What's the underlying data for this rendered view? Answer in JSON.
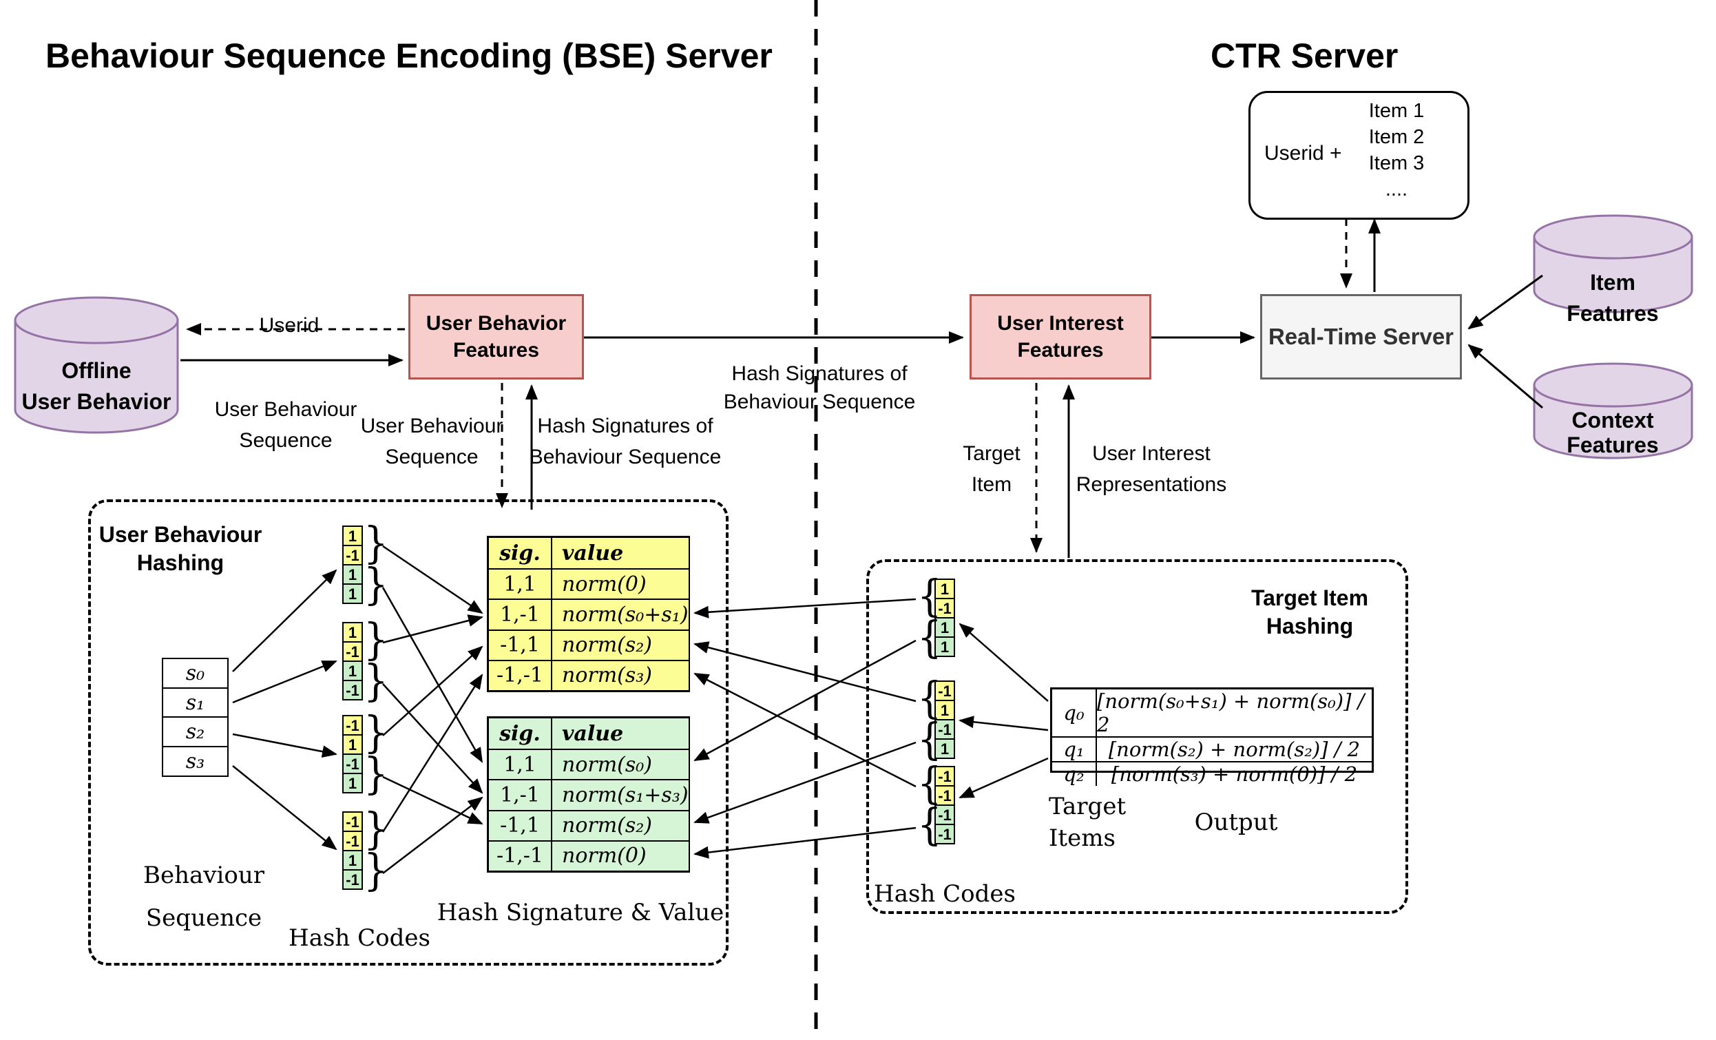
{
  "titles": {
    "bse": "Behaviour Sequence Encoding (BSE) Server",
    "ctr": "CTR Server"
  },
  "nodes": {
    "offline_db": {
      "line1": "Offline",
      "line2": "User Behavior"
    },
    "user_behavior_features": {
      "line1": "User Behavior",
      "line2": "Features"
    },
    "user_interest_features": {
      "line1": "User Interest",
      "line2": "Features"
    },
    "real_time_server": {
      "label": "Real-Time Server"
    },
    "item_features": {
      "label": "Item Features"
    },
    "context_features": {
      "line1": "Context",
      "line2": "Features"
    },
    "request": {
      "userid": "Userid +",
      "items": [
        "Item 1",
        "Item 2",
        "Item 3",
        "...."
      ]
    }
  },
  "edges": {
    "userid": "Userid",
    "ubs_h": {
      "line1": "User Behaviour",
      "line2": "Sequence"
    },
    "hash_mid": {
      "line1": "Hash Signatures of",
      "line2": "Behaviour Sequence"
    },
    "ubs_v": {
      "line1": "User Behaviour",
      "line2": "Sequence"
    },
    "hash_v": {
      "line1": "Hash Signatures of",
      "line2": "Behaviour Sequence"
    },
    "target_item": {
      "line1": "Target",
      "line2": "Item"
    },
    "uir": {
      "line1": "User Interest",
      "line2": "Representations"
    }
  },
  "bse": {
    "title": {
      "line1": "User Behaviour",
      "line2": "Hashing"
    },
    "sequence": [
      "s₀",
      "s₁",
      "s₂",
      "s₃"
    ],
    "sequence_label": {
      "line1": "Behaviour",
      "line2": "Sequence"
    },
    "hash_codes_label": "Hash Codes",
    "table_label": "Hash Signature & Value",
    "groups": [
      [
        "1",
        "-1",
        "1",
        "1"
      ],
      [
        "1",
        "-1",
        "1",
        "-1"
      ],
      [
        "-1",
        "1",
        "-1",
        "1"
      ],
      [
        "-1",
        "-1",
        "1",
        "-1"
      ]
    ],
    "yellow_table": {
      "headers": [
        "sig.",
        "value"
      ],
      "rows": [
        [
          "1,1",
          "norm(0)"
        ],
        [
          "1,-1",
          "norm(s₀+s₁)"
        ],
        [
          "-1,1",
          "norm(s₂)"
        ],
        [
          "-1,-1",
          "norm(s₃)"
        ]
      ]
    },
    "green_table": {
      "headers": [
        "sig.",
        "value"
      ],
      "rows": [
        [
          "1,1",
          "norm(s₀)"
        ],
        [
          "1,-1",
          "norm(s₁+s₃)"
        ],
        [
          "-1,1",
          "norm(s₂)"
        ],
        [
          "-1,-1",
          "norm(0)"
        ]
      ]
    }
  },
  "tih": {
    "title": {
      "line1": "Target Item",
      "line2": "Hashing"
    },
    "groups": [
      [
        "1",
        "-1",
        "1",
        "1"
      ],
      [
        "-1",
        "1",
        "-1",
        "1"
      ],
      [
        "-1",
        "-1",
        "-1",
        "-1"
      ]
    ],
    "q_table": {
      "rows": [
        [
          "q₀",
          "[norm(s₀+s₁) + norm(s₀)] / 2"
        ],
        [
          "q₁",
          "[norm(s₂) + norm(s₂)] / 2"
        ],
        [
          "q₂",
          "[norm(s₃) + norm(0)] / 2"
        ]
      ]
    },
    "target_items_label": {
      "line1": "Target",
      "line2": "Items"
    },
    "output_label": "Output",
    "hash_codes_label": "Hash Codes"
  }
}
